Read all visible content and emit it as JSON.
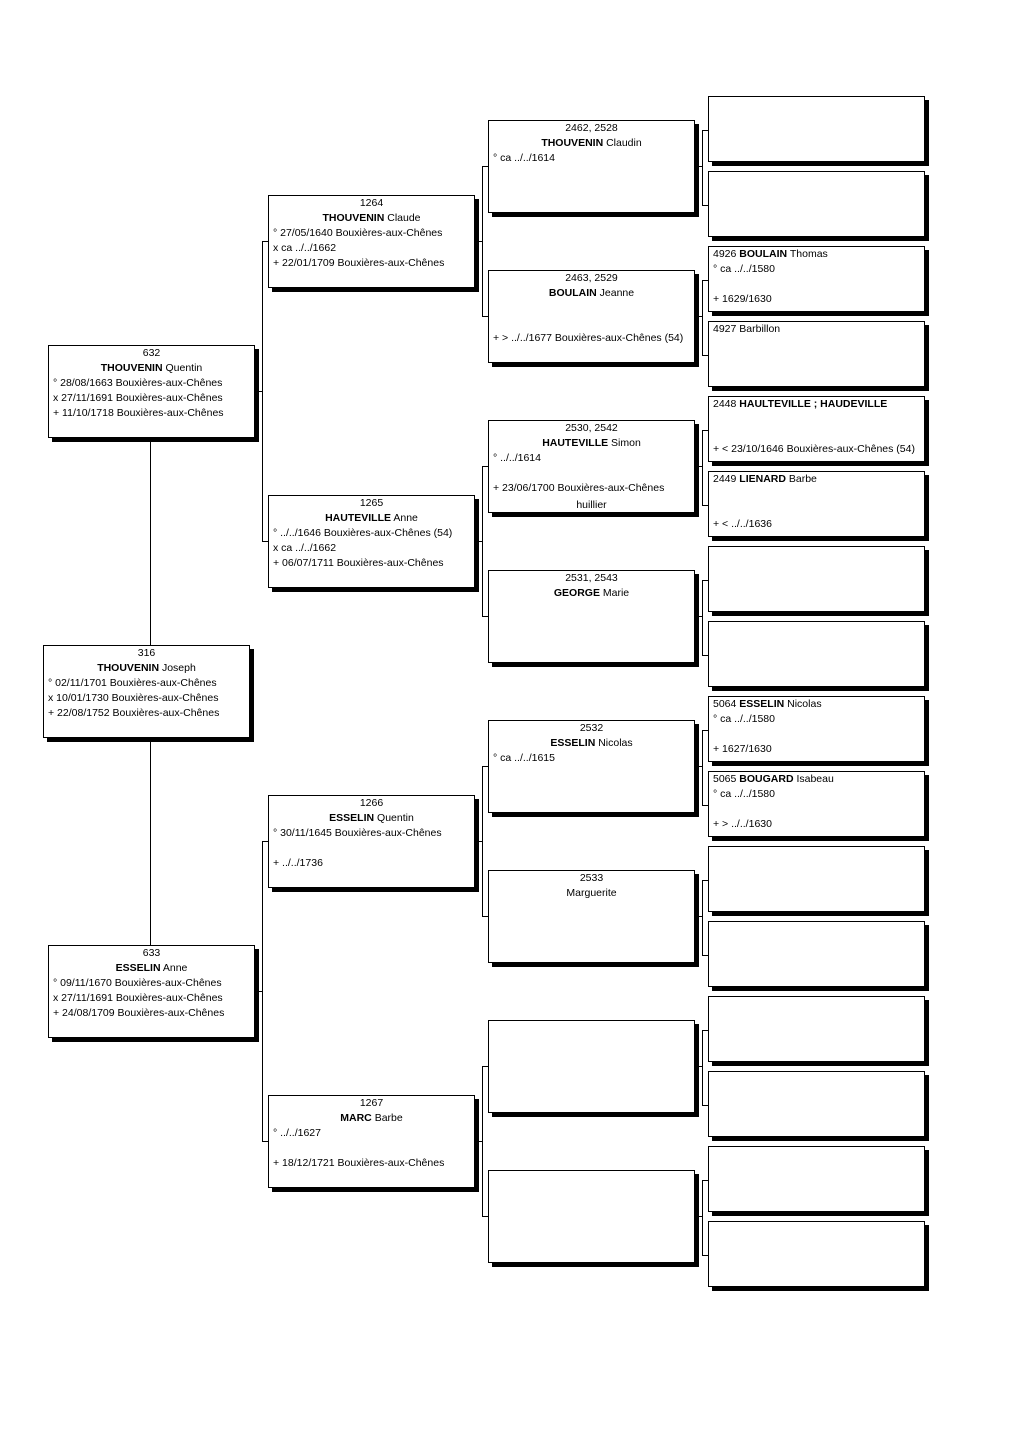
{
  "persons": {
    "p316": {
      "id": "316",
      "surname": "THOUVENIN",
      "given": "Joseph",
      "lines": [
        "° 02/11/1701 Bouxières-aux-Chênes",
        "x 10/01/1730 Bouxières-aux-Chênes",
        "+ 22/08/1752 Bouxières-aux-Chênes"
      ]
    },
    "p632": {
      "id": "632",
      "surname": "THOUVENIN",
      "given": "Quentin",
      "lines": [
        "° 28/08/1663 Bouxières-aux-Chênes",
        "x 27/11/1691 Bouxières-aux-Chênes",
        "+ 11/10/1718 Bouxières-aux-Chênes"
      ]
    },
    "p633": {
      "id": "633",
      "surname": "ESSELIN",
      "given": "Anne",
      "lines": [
        "° 09/11/1670 Bouxières-aux-Chênes",
        "x 27/11/1691 Bouxières-aux-Chênes",
        "+ 24/08/1709 Bouxières-aux-Chênes"
      ]
    },
    "p1264": {
      "id": "1264",
      "surname": "THOUVENIN",
      "given": "Claude",
      "lines": [
        "° 27/05/1640 Bouxières-aux-Chênes",
        "x ca ../../1662",
        "+ 22/01/1709 Bouxières-aux-Chênes"
      ]
    },
    "p1265": {
      "id": "1265",
      "surname": "HAUTEVILLE",
      "given": "Anne",
      "lines": [
        "° ../../1646 Bouxières-aux-Chênes (54)",
        "x ca ../../1662",
        "+ 06/07/1711 Bouxières-aux-Chênes"
      ]
    },
    "p1266": {
      "id": "1266",
      "surname": "ESSELIN",
      "given": "Quentin",
      "lines": [
        "° 30/11/1645 Bouxières-aux-Chênes",
        "+ ../../1736"
      ]
    },
    "p1267": {
      "id": "1267",
      "surname": "MARC",
      "given": "Barbe",
      "lines": [
        "° ../../1627",
        "+ 18/12/1721 Bouxières-aux-Chênes"
      ]
    },
    "p2462": {
      "id": "2462, 2528",
      "surname": "THOUVENIN",
      "given": "Claudin",
      "lines": [
        "° ca ../../1614"
      ]
    },
    "p2463": {
      "id": "2463, 2529",
      "surname": "BOULAIN",
      "given": "Jeanne",
      "lines": [
        "+ > ../../1677 Bouxières-aux-Chênes (54)"
      ]
    },
    "p2530": {
      "id": "2530, 2542",
      "surname": "HAUTEVILLE",
      "given": "Simon",
      "lines": [
        "° ../../1614",
        "+ 23/06/1700 Bouxières-aux-Chênes"
      ],
      "occupation": "huillier"
    },
    "p2531": {
      "id": "2531, 2543",
      "surname": "GEORGE",
      "given": "Marie",
      "lines": []
    },
    "p2532": {
      "id": "2532",
      "surname": "ESSELIN",
      "given": "Nicolas",
      "lines": [
        "° ca ../../1615"
      ]
    },
    "p2533": {
      "id": "2533",
      "surname": "",
      "given": "Marguerite",
      "lines": []
    },
    "p4926": {
      "id": "4926",
      "surname": "BOULAIN",
      "given": "Thomas",
      "lines": [
        "° ca ../../1580",
        "+ 1629/1630"
      ]
    },
    "p4927": {
      "id": "4927",
      "surname": "",
      "given": "Barbillon",
      "lines": []
    },
    "p2448": {
      "id": "2448",
      "surname": "HAULTEVILLE ; HAUDEVILLE",
      "given": "",
      "lines": [
        "+ < 23/10/1646 Bouxières-aux-Chênes (54)"
      ]
    },
    "p2449": {
      "id": "2449",
      "surname": "LIENARD",
      "given": "Barbe",
      "lines": [
        "+ < ../../1636"
      ]
    },
    "p5064": {
      "id": "5064",
      "surname": "ESSELIN",
      "given": "Nicolas",
      "lines": [
        "° ca ../../1580",
        "+ 1627/1630"
      ]
    },
    "p5065": {
      "id": "5065",
      "surname": "BOUGARD",
      "given": "Isabeau",
      "lines": [
        "° ca ../../1580",
        "+ > ../../1630"
      ]
    }
  }
}
